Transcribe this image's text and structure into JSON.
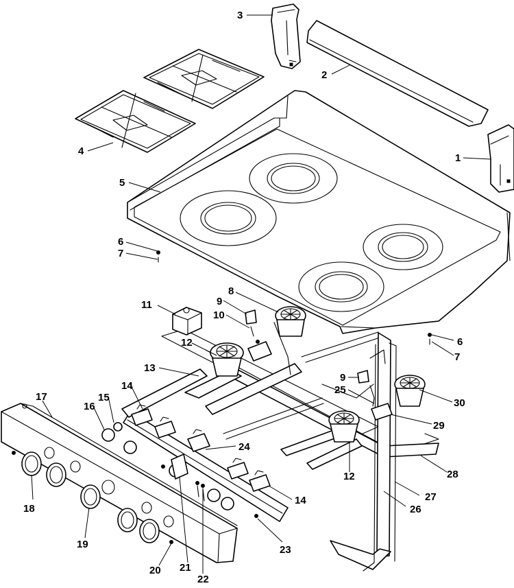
{
  "callouts": [
    {
      "id": "1",
      "text": "1"
    },
    {
      "id": "2",
      "text": "2"
    },
    {
      "id": "3",
      "text": "3"
    },
    {
      "id": "4",
      "text": "4"
    },
    {
      "id": "5",
      "text": "5"
    },
    {
      "id": "6a",
      "text": "6"
    },
    {
      "id": "6b",
      "text": "6"
    },
    {
      "id": "7a",
      "text": "7"
    },
    {
      "id": "7b",
      "text": "7"
    },
    {
      "id": "8",
      "text": "8"
    },
    {
      "id": "9a",
      "text": "9"
    },
    {
      "id": "9b",
      "text": "9"
    },
    {
      "id": "10",
      "text": "10"
    },
    {
      "id": "11",
      "text": "11"
    },
    {
      "id": "12a",
      "text": "12"
    },
    {
      "id": "12b",
      "text": "12"
    },
    {
      "id": "13",
      "text": "13"
    },
    {
      "id": "14a",
      "text": "14"
    },
    {
      "id": "14b",
      "text": "14"
    },
    {
      "id": "15",
      "text": "15"
    },
    {
      "id": "16",
      "text": "16"
    },
    {
      "id": "17",
      "text": "17"
    },
    {
      "id": "18",
      "text": "18"
    },
    {
      "id": "19",
      "text": "19"
    },
    {
      "id": "20",
      "text": "20"
    },
    {
      "id": "21",
      "text": "21"
    },
    {
      "id": "22",
      "text": "22"
    },
    {
      "id": "23",
      "text": "23"
    },
    {
      "id": "24",
      "text": "24"
    },
    {
      "id": "25",
      "text": "25"
    },
    {
      "id": "26",
      "text": "26"
    },
    {
      "id": "27",
      "text": "27"
    },
    {
      "id": "28",
      "text": "28"
    },
    {
      "id": "29",
      "text": "29"
    },
    {
      "id": "30",
      "text": "30"
    }
  ]
}
